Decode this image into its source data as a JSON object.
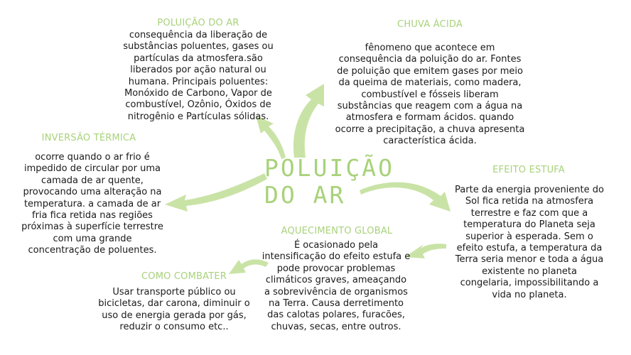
{
  "center": {
    "line1": "POLUIÇÃO",
    "line2": "DO AR"
  },
  "accent_color": "#a8d27a",
  "nodes": {
    "poluicao_do_ar": {
      "title": "POLUIÇÃO DO AR",
      "text": "consequência da liberação de substâncias poluentes, gases ou partículas da atmosfera.são liberados por ação natural ou humana. Principais poluentes: Monóxido de Carbono, Vapor de combustível, Ozônio, Óxidos de nitrogênio e Partículas sólidas."
    },
    "chuva_acida": {
      "title": "CHUVA ÁCIDA",
      "text": "fênomeno que acontece em consequência da poluição do ar. Fontes de poluição que emitem gases por meio da queima de materiais, como madera, combustível e fósseis liberam substâncias que reagem com a água na atmosfera e formam ácidos. quando ocorre a precipitação, a chuva apresenta característica ácida."
    },
    "inversao_termica": {
      "title": "INVERSÃO TÉRMICA",
      "text": "ocorre quando o ar frio é impedido de circular por uma camada de ar quente, provocando uma alteração na temperatura. a camada de ar fria fica retida nas regiões próximas à superfície terrestre com uma grande concentração de poluentes."
    },
    "efeito_estufa": {
      "title": "EFEITO ESTUFA",
      "text": "Parte da energia proveniente do Sol fica retida na atmosfera terrestre e faz com que a temperatura do Planeta seja superior à esperada. Sem o efeito estufa, a temperatura da Terra seria menor e toda a água existente no planeta congelaria, impossibilitando a vida no planeta."
    },
    "aquecimento_global": {
      "title": "AQUECIMENTO GLOBAL",
      "text": "É ocasionado pela intensificação do efeito estufa e pode provocar problemas climáticos graves, ameaçando a sobrevivência de organismos na Terra. Causa derretimento das calotas polares, furacões, chuvas, secas, entre outros."
    },
    "como_combater": {
      "title": "COMO COMBATER",
      "text": "Usar transporte público ou bicicletas, dar carona, diminuir o uso de energia gerada por gás, reduzir o consumo etc.."
    }
  }
}
